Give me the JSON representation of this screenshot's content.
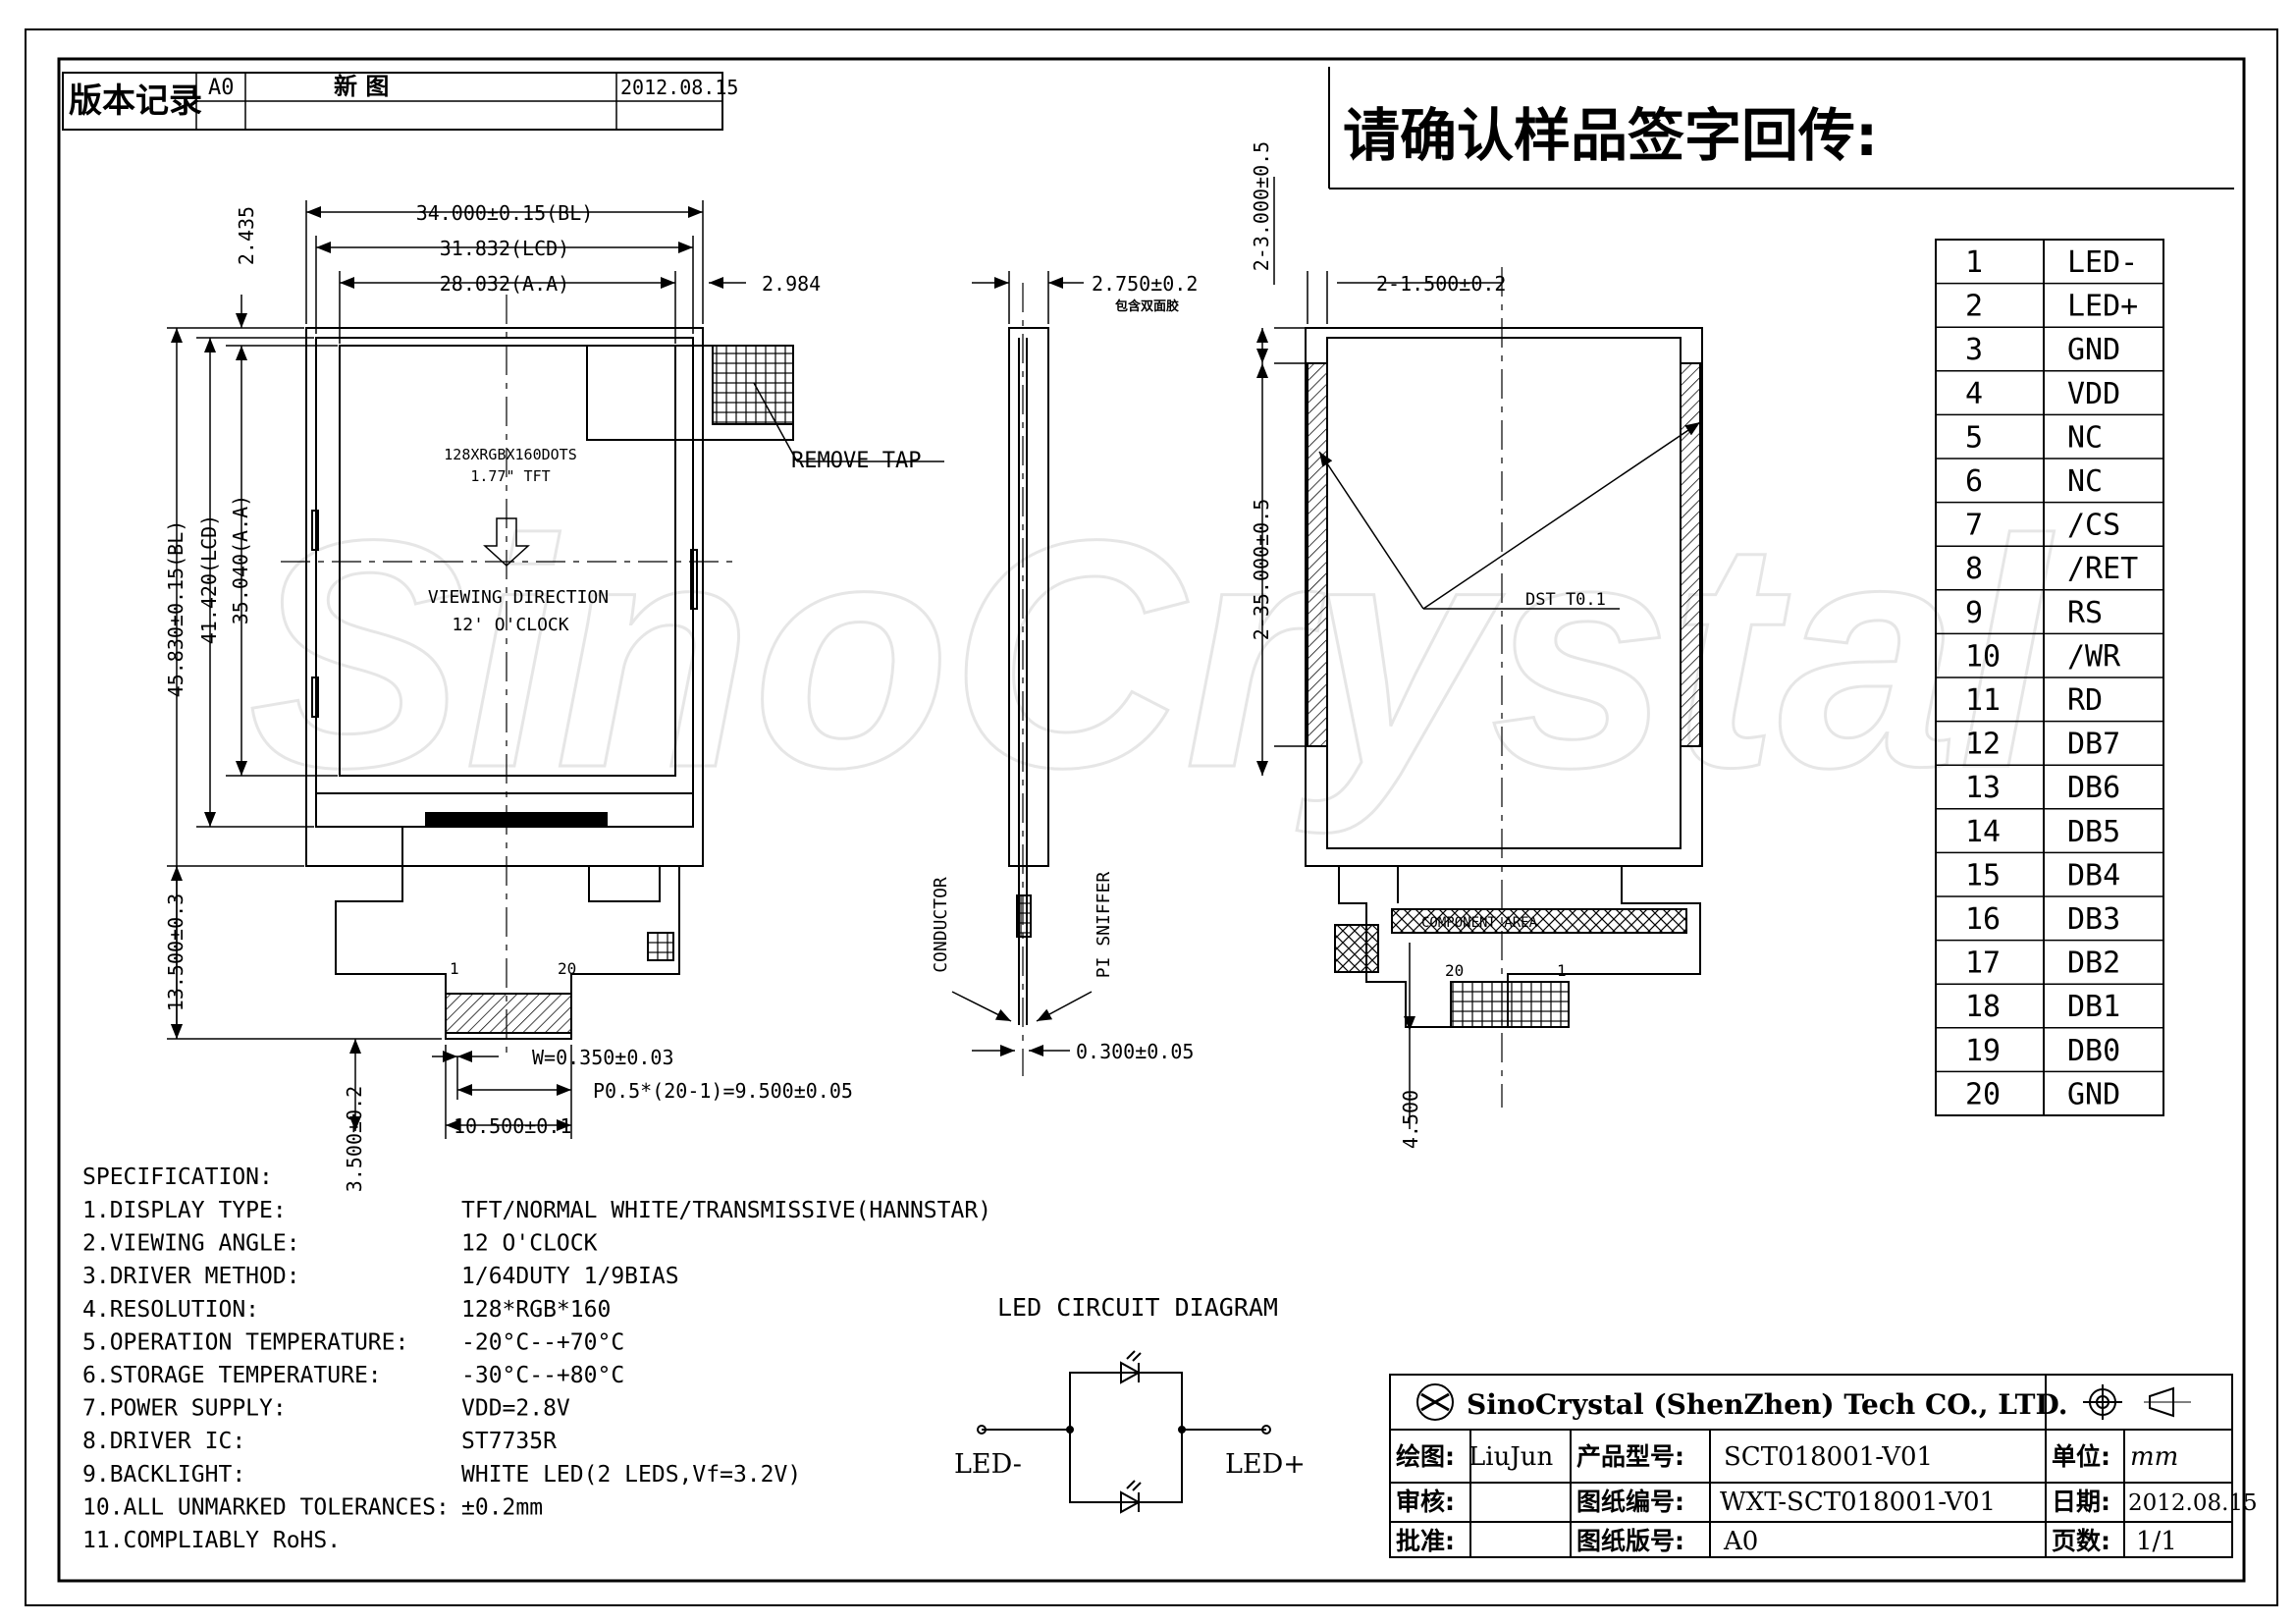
{
  "revision": {
    "header_label": "版本记录",
    "version": "A0",
    "description": "新  图",
    "date": "2012.08.15"
  },
  "confirm_title": "请确认样品签字回传:",
  "watermark": "SinoCrystal",
  "front_view": {
    "dim_bl_width": "34.000±0.15(BL)",
    "dim_lcd_width": "31.832(LCD)",
    "dim_aa_width": "28.032(A.A)",
    "dim_right_offset": "2.984",
    "dim_top_offset": "2.435",
    "dim_bl_height": "45.830±0.15(BL)",
    "dim_lcd_height": "41.420(LCD)",
    "dim_aa_height": "35.040(A.A)",
    "dim_fpc_height": "13.500±0.3",
    "dim_fpc_tail": "3.500±0.2",
    "dim_pitch_width": "W=0.350±0.03",
    "dim_pitch": "P0.5*(20-1)=9.500±0.05",
    "dim_fpc_width": "10.500±0.1",
    "resolution_note": "128XRGBX160DOTS",
    "size_note": "1.77\"  TFT",
    "viewing_dir": "VIEWING DIRECTION",
    "viewing_clock": "12' O'CLOCK",
    "remove_tap": "REMOVE TAP",
    "pin_first": "1",
    "pin_last": "20"
  },
  "side_view": {
    "dim_thickness": "2.750±0.2",
    "thickness_note": "包含双面胶",
    "label_conductor": "CONDUCTOR",
    "label_sniffer": "PI SNIFFER",
    "dim_fpc_thickness": "0.300±0.05"
  },
  "back_view": {
    "dim_tape_gap": "2-3.000±0.5",
    "dim_tape_width": "2-1.500±0.2",
    "dim_tape_length": "2-35.000±0.5",
    "dst_label": "DST T0.1",
    "component_label": "COMPONENT AREA",
    "dim_tail": "4.500",
    "pin_left": "20",
    "pin_right": "1"
  },
  "pin_table": [
    {
      "no": "1",
      "name": "LED-"
    },
    {
      "no": "2",
      "name": "LED+"
    },
    {
      "no": "3",
      "name": "GND"
    },
    {
      "no": "4",
      "name": "VDD"
    },
    {
      "no": "5",
      "name": "NC"
    },
    {
      "no": "6",
      "name": "NC"
    },
    {
      "no": "7",
      "name": "/CS"
    },
    {
      "no": "8",
      "name": "/RET"
    },
    {
      "no": "9",
      "name": "RS"
    },
    {
      "no": "10",
      "name": "/WR"
    },
    {
      "no": "11",
      "name": "RD"
    },
    {
      "no": "12",
      "name": "DB7"
    },
    {
      "no": "13",
      "name": "DB6"
    },
    {
      "no": "14",
      "name": "DB5"
    },
    {
      "no": "15",
      "name": "DB4"
    },
    {
      "no": "16",
      "name": "DB3"
    },
    {
      "no": "17",
      "name": "DB2"
    },
    {
      "no": "18",
      "name": "DB1"
    },
    {
      "no": "19",
      "name": "DB0"
    },
    {
      "no": "20",
      "name": "GND"
    }
  ],
  "specification": {
    "title": "SPECIFICATION:",
    "rows": [
      {
        "key": "1.DISPLAY TYPE:",
        "value": "TFT/NORMAL WHITE/TRANSMISSIVE(HANNSTAR)"
      },
      {
        "key": "2.VIEWING ANGLE:",
        "value": "12 O'CLOCK"
      },
      {
        "key": "3.DRIVER METHOD:",
        "value": "1/64DUTY   1/9BIAS"
      },
      {
        "key": "4.RESOLUTION:",
        "value": "128*RGB*160"
      },
      {
        "key": "5.OPERATION TEMPERATURE:",
        "value": "-20°C--+70°C"
      },
      {
        "key": "6.STORAGE TEMPERATURE:",
        "value": "-30°C--+80°C"
      },
      {
        "key": "7.POWER SUPPLY:",
        "value": "VDD=2.8V"
      },
      {
        "key": "8.DRIVER IC:",
        "value": "ST7735R"
      },
      {
        "key": "9.BACKLIGHT:",
        "value": "WHITE LED(2 LEDS,Vf=3.2V)"
      },
      {
        "key": "10.ALL UNMARKED TOLERANCES:",
        "value": "±0.2mm"
      },
      {
        "key": "11.COMPLIABLY RoHS.",
        "value": ""
      }
    ]
  },
  "led_circuit": {
    "title": "LED CIRCUIT DIAGRAM",
    "minus": "LED-",
    "plus": "LED+"
  },
  "title_block": {
    "company": "SinoCrystal (ShenZhen) Tech CO., LTD.",
    "drawn_label": "绘图:",
    "drawn_value": "LiuJun",
    "model_label": "产品型号:",
    "model_value": "SCT018001-V01",
    "unit_label": "单位:",
    "unit_value": "mm",
    "review_label": "审核:",
    "drawing_no_label": "图纸编号:",
    "drawing_no_value": "WXT-SCT018001-V01",
    "date_label": "日期:",
    "date_value": "2012.08.15",
    "approve_label": "批准:",
    "version_label": "图纸版号:",
    "version_value": "A0",
    "page_label": "页数:",
    "page_value": "1/1"
  }
}
